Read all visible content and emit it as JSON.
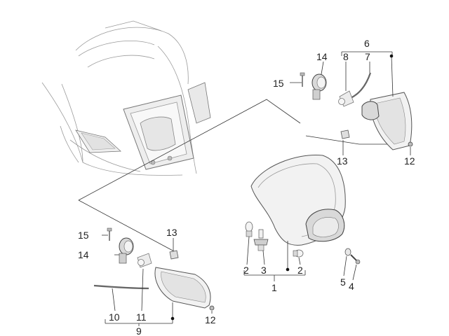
{
  "callouts": {
    "c1": "1",
    "c2a": "2",
    "c2b": "2",
    "c3": "3",
    "c4": "4",
    "c5": "5",
    "c6": "6",
    "c7": "7",
    "c8": "8",
    "c9": "9",
    "c10": "10",
    "c11": "11",
    "c12a": "12",
    "c12b": "12",
    "c13a": "13",
    "c13b": "13",
    "c14a": "14",
    "c14b": "14",
    "c15a": "15",
    "c15b": "15"
  }
}
